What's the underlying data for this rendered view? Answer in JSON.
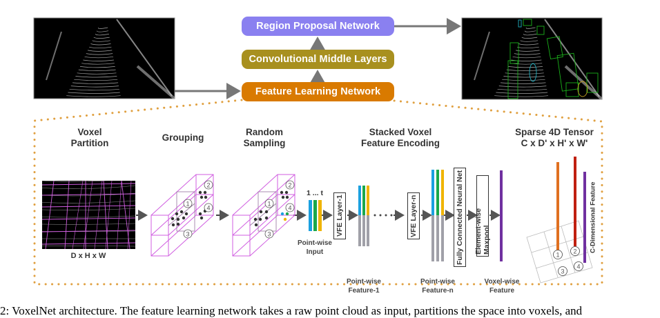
{
  "figure": {
    "pipeline": {
      "top_box": {
        "label": "Region Proposal Network",
        "color": "#8a80f0"
      },
      "middle_box": {
        "label": "Convolutional Middle Layers",
        "color": "#a8901f"
      },
      "bottom_box": {
        "label": "Feature Learning Network",
        "color": "#d97a00"
      },
      "input_image": {
        "description": "raw LiDAR point cloud"
      },
      "output_image": {
        "description": "point cloud with 3D detection boxes"
      }
    },
    "stages": {
      "voxel_partition": {
        "title_line1": "Voxel",
        "title_line2": "Partition",
        "dims": "D x H x W"
      },
      "grouping": {
        "title": "Grouping"
      },
      "random_sampling": {
        "title_line1": "Random",
        "title_line2": "Sampling"
      },
      "svfe": {
        "title_line1": "Stacked Voxel",
        "title_line2": "Feature Encoding"
      },
      "sparse_tensor": {
        "title_line1": "Sparse 4D Tensor",
        "title_line2": "C x D' x H' x W'"
      }
    },
    "labels": {
      "one_to_t": "1 ... t",
      "pointwise_input_1": "Point-wise",
      "pointwise_input_2": "Input",
      "vfe_layer_1": "VFE Layer-1",
      "vfe_layer_n": "VFE Layer-n",
      "fcn": "Fully Connected Neural Net",
      "maxpool": "Element-wise Maxpool",
      "pwf1_1": "Point-wise",
      "pwf1_2": "Feature-1",
      "pwfn_1": "Point-wise",
      "pwfn_2": "Feature-n",
      "vwf_1": "Voxel-wise",
      "vwf_2": "Feature",
      "c_dim": "C-Dimensional Feature",
      "dots": "• • • •"
    },
    "voxel_ids": [
      "1",
      "2",
      "3",
      "4"
    ],
    "colors": {
      "voxel_grid": "#d05ee0",
      "dotted_border": "#e0a040",
      "feat_blue": "#1aa0e0",
      "feat_green": "#1aa84a",
      "feat_yellow": "#f0b400",
      "feat_gray": "#a0a0a8",
      "voxel_feature": "#7030a0",
      "tensor_orange": "#e07020",
      "tensor_red": "#c02010",
      "arrow": "#777777"
    }
  },
  "caption": "2: VoxelNet architecture. The feature learning network takes a raw point cloud as input, partitions the space into voxels, and"
}
